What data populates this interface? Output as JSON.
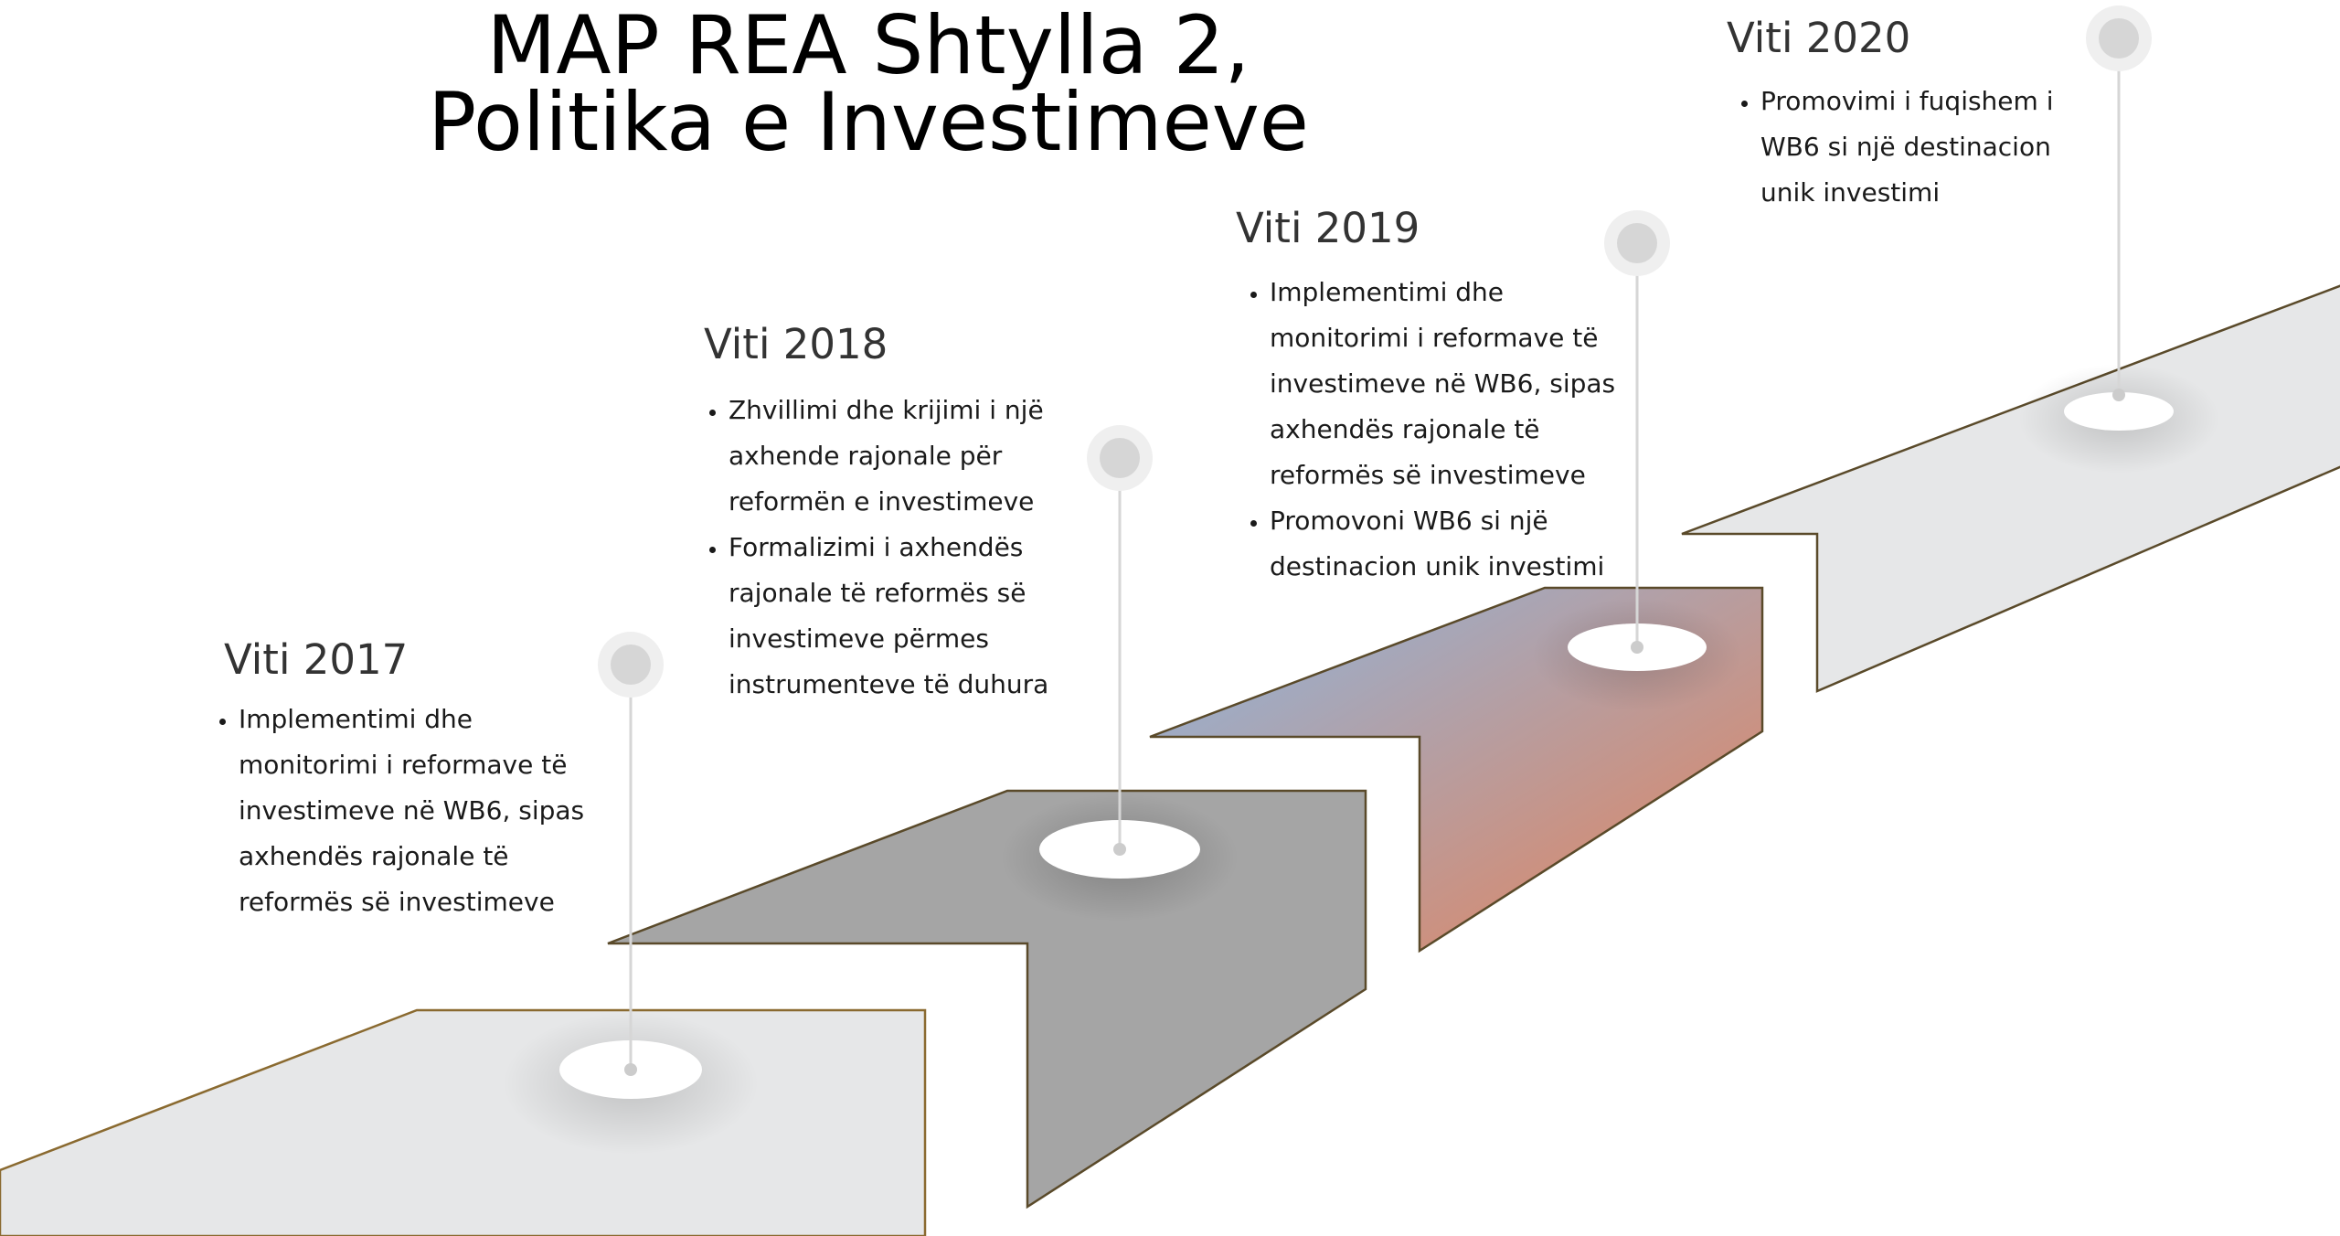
{
  "title": {
    "line1": "MAP REA Shtylla 2,",
    "line2": "Politika e Investimeve"
  },
  "milestones": [
    {
      "heading": "Viti 2017",
      "items": [
        "Implementimi dhe monitorimi i reformave të investimeve në WB6, sipas axhendës rajonale të reformës së investimeve"
      ]
    },
    {
      "heading": "Viti 2018",
      "items": [
        "Zhvillimi dhe krijimi i një axhende rajonale për reformën e investimeve",
        "Formalizimi i axhendës rajonale të reformës së investimeve përmes instrumenteve të duhura"
      ]
    },
    {
      "heading": "Viti 2019",
      "items": [
        "Implementimi dhe monitorimi i reformave të investimeve në WB6, sipas axhendës rajonale të reformës së investimeve",
        "Promovoni WB6 si një destinacion unik investimi"
      ]
    },
    {
      "heading": "Viti 2020",
      "items": [
        "Promovimi i fuqishem i WB6 si një destinacion unik investimi"
      ]
    }
  ],
  "colors": {
    "segment1": "#e6e7e8",
    "segment2": "#a5a5a5",
    "segment3_start": "#9aaecb",
    "segment3_end": "#d88a6e",
    "segment4": "#e6e7e8",
    "outline": "#5a4a2a",
    "pin": "#d6d6d6"
  }
}
